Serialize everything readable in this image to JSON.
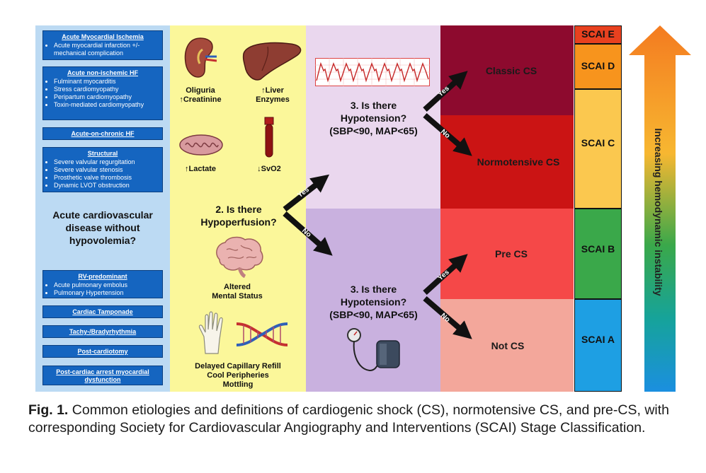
{
  "etiologies": {
    "ami": {
      "title": "Acute Myocardial Ischemia",
      "items": [
        "Acute myocardial infarction +/- mechanical complication"
      ]
    },
    "nonischemic": {
      "title": "Acute non-ischemic HF",
      "items": [
        "Fulminant myocarditis",
        "Stress cardiomyopathy",
        "Peripartum cardiomyopathy",
        "Toxin-mediated cardiomyopathy"
      ]
    },
    "acute_on_chronic": {
      "title": "Acute-on-chronic HF"
    },
    "structural": {
      "title": "Structural",
      "items": [
        "Severe valvular regurgitation",
        "Severe valvular stenosis",
        "Prosthetic valve thrombosis",
        "Dynamic LVOT obstruction"
      ]
    },
    "question1": [
      "Acute cardiovascular",
      "disease without",
      "hypovolemia?"
    ],
    "rv": {
      "title": "RV-predominant",
      "items": [
        "Acute pulmonary embolus",
        "Pulmonary Hypertension"
      ]
    },
    "tamponade": {
      "title": "Cardiac Tamponade"
    },
    "arrhythmia": {
      "title": "Tachy-/Bradyrhythmia"
    },
    "post_cardiotomy": {
      "title": "Post-cardiotomy"
    },
    "post_arrest": {
      "title": "Post-cardiac arrest myocardial dysfunction"
    }
  },
  "hypoperfusion": {
    "oliguria": [
      "Oliguria",
      "↑Creatinine"
    ],
    "liver": [
      "↑Liver",
      "Enzymes"
    ],
    "lactate": "↑Lactate",
    "svo2": "↓SvO2",
    "question2": [
      "2. Is there",
      "Hypoperfusion?"
    ],
    "mental": [
      "Altered",
      "Mental Status"
    ],
    "peripheral": [
      "Delayed Capillary Refill",
      "Cool Peripheries",
      "Mottling"
    ]
  },
  "hypotension": {
    "question3_top": [
      "3. Is there",
      "Hypotension?",
      "(SBP<90, MAP<65)"
    ],
    "question3_bottom": [
      "3. Is there",
      "Hypotension?",
      "(SBP<90, MAP<65)"
    ]
  },
  "arrows": {
    "yes": "Yes",
    "no": "No"
  },
  "outcomes": {
    "classic": "Classic CS",
    "normotensive": "Normotensive CS",
    "pre": "Pre CS",
    "not": "Not CS"
  },
  "scai": {
    "e": "SCAI E",
    "d": "SCAI D",
    "c": "SCAI C",
    "b": "SCAI B",
    "a": "SCAI A"
  },
  "instability_label": "Increasing hemodynamic instability",
  "caption": {
    "label": "Fig. 1.",
    "text": "Common etiologies and definitions of cardiogenic shock (CS), normotensive CS, and pre-CS, with corresponding Society for Cardiovascular Angiography and Interventions (SCAI) Stage Classification."
  },
  "colors": {
    "blue_bg": "#bcdaf3",
    "yellow_bg": "#fbf79a",
    "box_blue": "#1565c0",
    "classic": "#8d0a2e",
    "normotensive": "#cb1414",
    "pre": "#f54848",
    "not": "#f3a79b"
  }
}
